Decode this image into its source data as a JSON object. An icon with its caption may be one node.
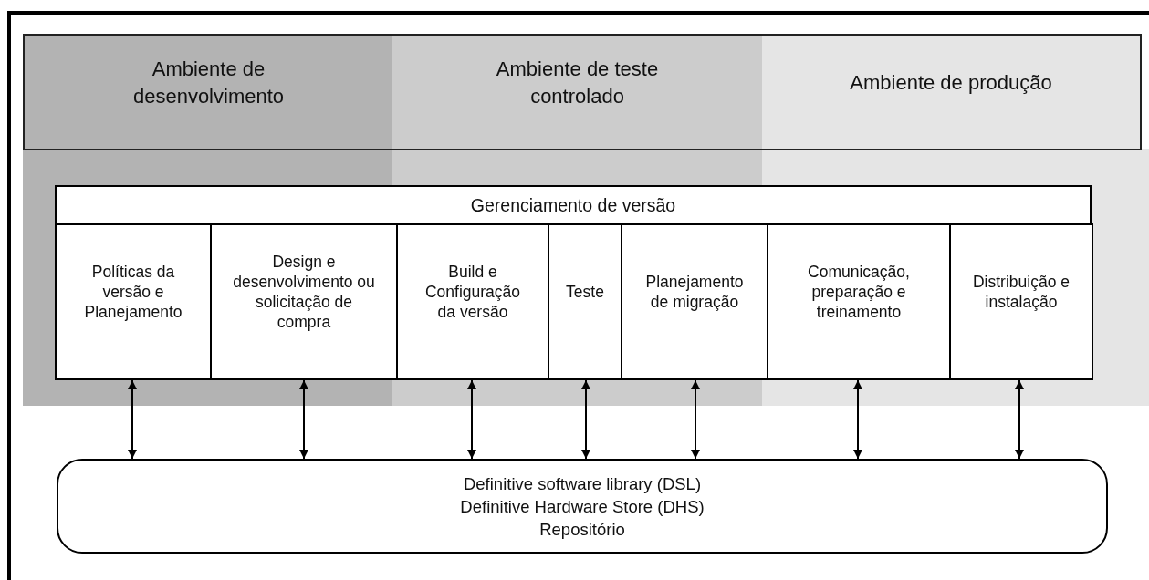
{
  "diagram": {
    "nodes": [
      {
        "text": [
          "Ambiente de desenvolvimento"
        ]
      },
      {
        "text": [
          "Ambiente de teste controlado"
        ]
      },
      {
        "text": [
          "Ambiente de produção"
        ]
      },
      {
        "text": [
          "Gerenciamento de versão"
        ]
      },
      {
        "text": [
          "Políticas da versão e Planejamento"
        ],
        "in": 3
      },
      {
        "text": [
          "Design e desenvolvimento ou solicitação de compra"
        ],
        "in": 3
      },
      {
        "text": [
          "Build e Configuração da versão"
        ],
        "in": 3
      },
      {
        "text": [
          "Teste"
        ],
        "in": 3
      },
      {
        "text": [
          "Planejamento de migração"
        ],
        "in": 3
      },
      {
        "text": [
          "Comunicação, preparação e treinamento"
        ],
        "in": 3
      },
      {
        "text": [
          "Distribuição e instalação"
        ],
        "in": 3
      },
      {
        "text": [
          "Definitive software library (DSL)",
          "Definitive Hardware Store (DHS)",
          "Repositório"
        ]
      }
    ],
    "edges": [
      {
        "from": 4,
        "to": 11,
        "arrow": "both"
      },
      {
        "from": 5,
        "to": 11,
        "arrow": "both"
      },
      {
        "from": 6,
        "to": 11,
        "arrow": "both"
      },
      {
        "from": 7,
        "to": 11,
        "arrow": "both"
      },
      {
        "from": 8,
        "to": 11,
        "arrow": "both"
      },
      {
        "from": 9,
        "to": 11,
        "arrow": "both"
      },
      {
        "from": 10,
        "to": 11,
        "arrow": "both"
      }
    ]
  }
}
